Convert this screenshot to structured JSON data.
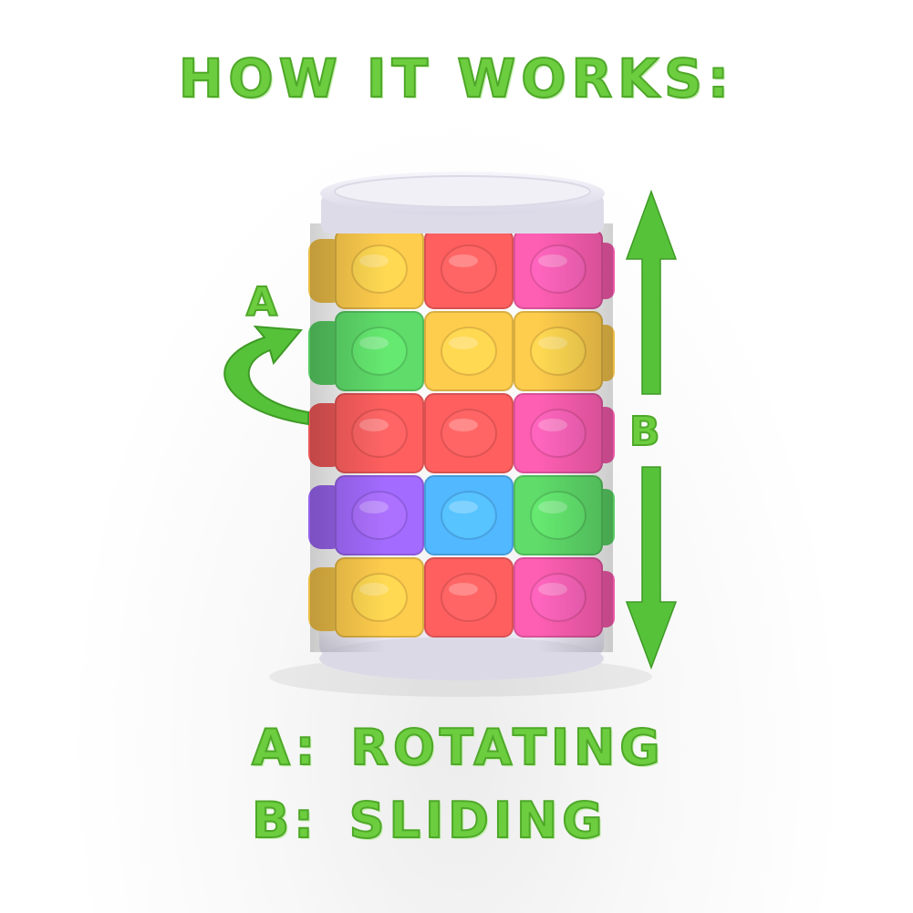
{
  "headline": "HOW IT WORKS:",
  "labels": {
    "a": "A",
    "b": "B"
  },
  "legend": {
    "a_key": "A:",
    "a_text": "ROTATING",
    "b_key": "B:",
    "b_text": "SLIDING"
  },
  "icons": {
    "rotate": "rotate-arrow-icon",
    "slide": "double-vertical-arrow-icon"
  },
  "colors": {
    "text_green": "#6ccd3f",
    "arrow_green": "#56c23a",
    "yellow": "#ffcd4d",
    "red": "#ff5f5f",
    "pink": "#ff5fb3",
    "green": "#5fdc6a",
    "blue": "#52b8ff",
    "purple": "#a36bff",
    "cap": "#ebe9f3"
  },
  "puzzle": {
    "rows": [
      [
        "yellow",
        "red",
        "pink"
      ],
      [
        "green",
        "yellow",
        "yellow"
      ],
      [
        "red",
        "red",
        "pink"
      ],
      [
        "purple",
        "blue",
        "green"
      ],
      [
        "yellow",
        "red",
        "pink"
      ]
    ]
  }
}
